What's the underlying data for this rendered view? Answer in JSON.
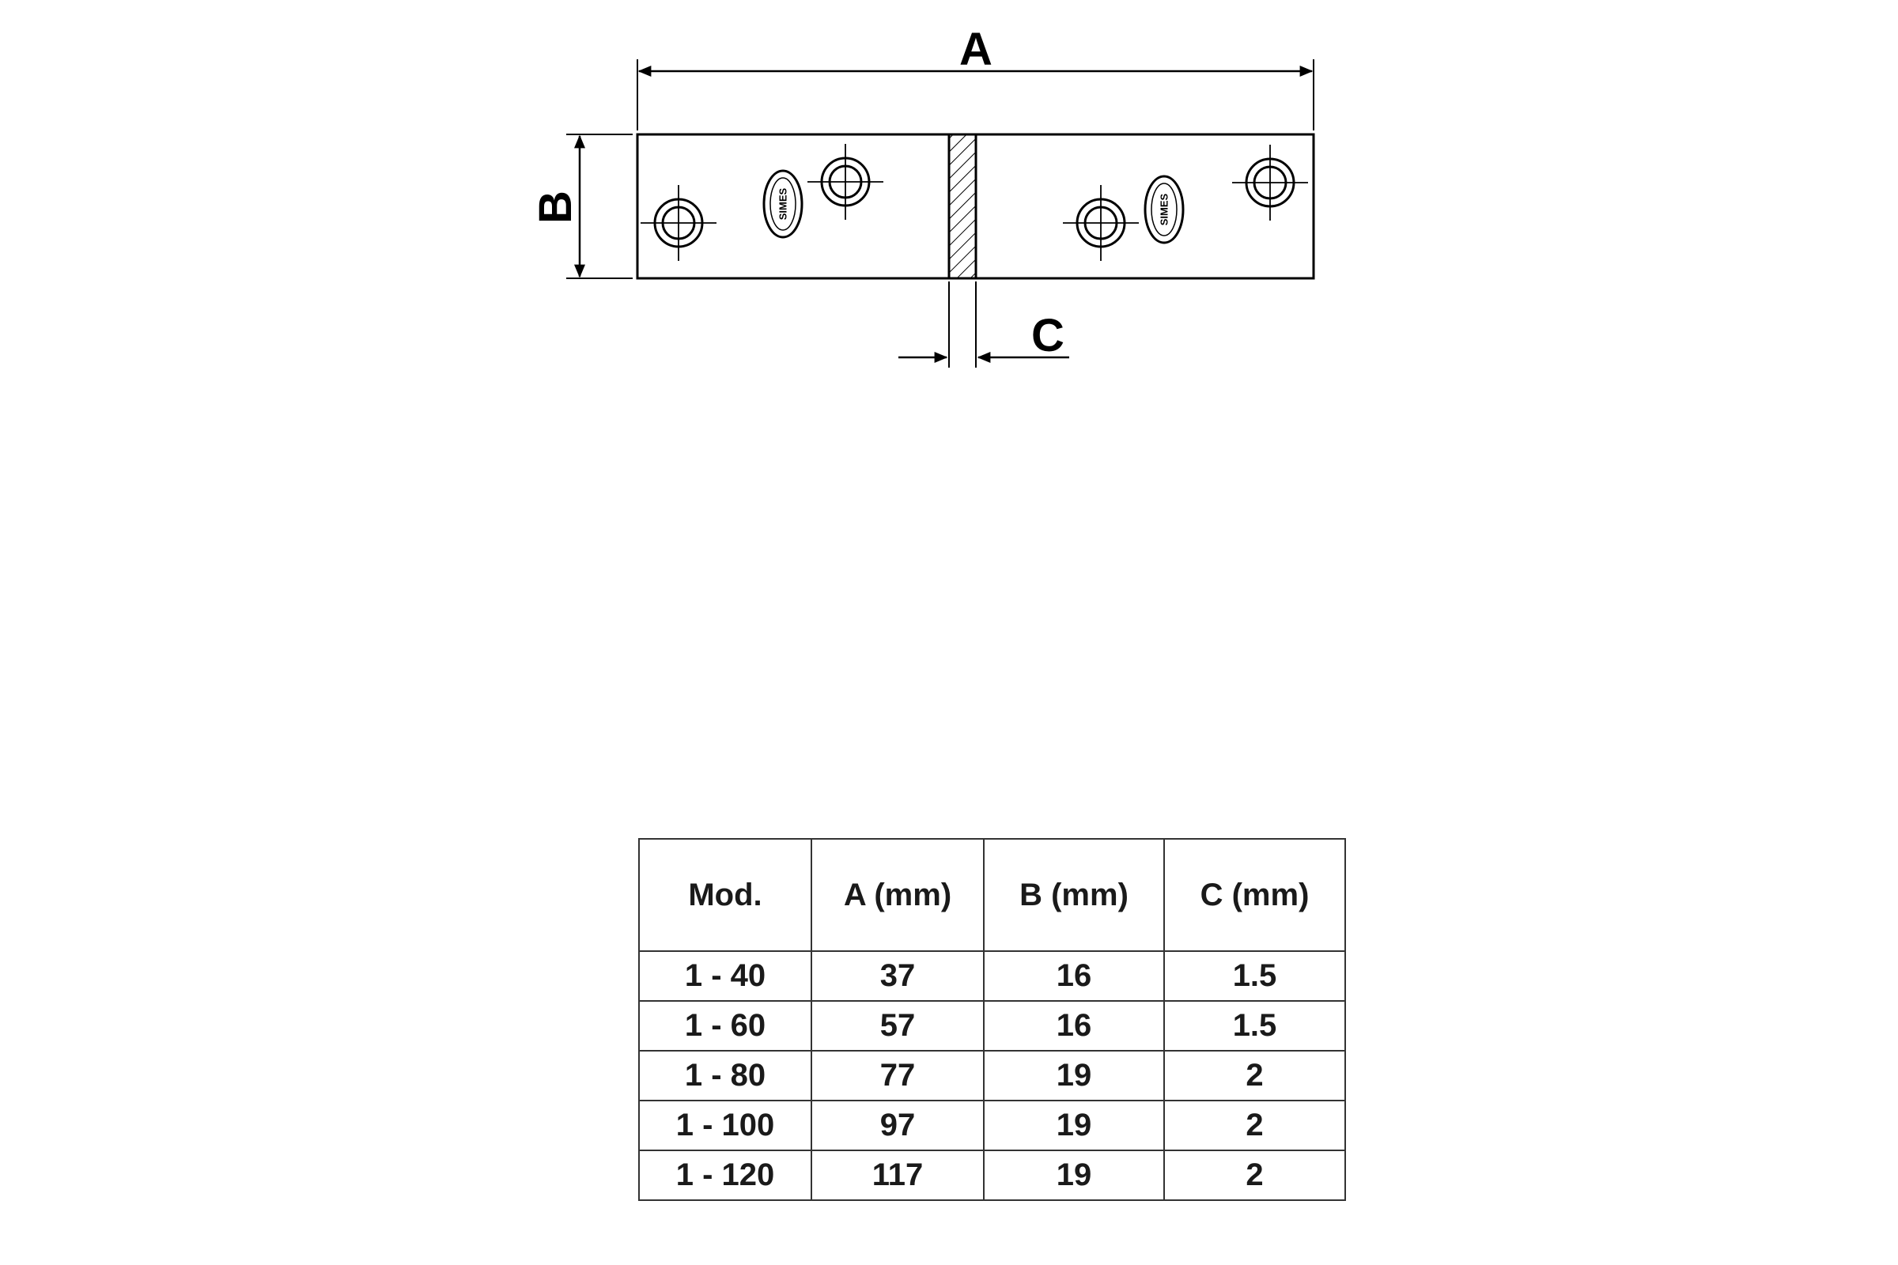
{
  "drawing": {
    "dim_labels": {
      "a": "A",
      "b": "B",
      "c": "C"
    },
    "logo_text": "SIMES"
  },
  "table": {
    "headers": [
      "Mod.",
      "A (mm)",
      "B (mm)",
      "C (mm)"
    ],
    "rows": [
      [
        "1 - 40",
        "37",
        "16",
        "1.5"
      ],
      [
        "1 - 60",
        "57",
        "16",
        "1.5"
      ],
      [
        "1 - 80",
        "77",
        "19",
        "2"
      ],
      [
        "1 - 100",
        "97",
        "19",
        "2"
      ],
      [
        "1 - 120",
        "117",
        "19",
        "2"
      ]
    ]
  }
}
